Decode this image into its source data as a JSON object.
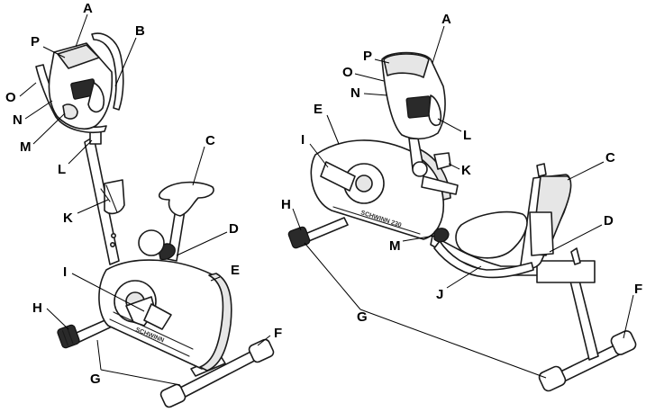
{
  "diagram": {
    "upright_labels": {
      "A": "A",
      "B": "B",
      "C": "C",
      "D": "D",
      "E": "E",
      "F": "F",
      "G": "G",
      "H": "H",
      "I": "I",
      "K": "K",
      "L": "L",
      "M": "M",
      "N": "N",
      "O": "O",
      "P": "P"
    },
    "recumbent_labels": {
      "A": "A",
      "C": "C",
      "D": "D",
      "E": "E",
      "F": "F",
      "G": "G",
      "H": "H",
      "I": "I",
      "J": "J",
      "K": "K",
      "L": "L",
      "M": "M",
      "N": "N",
      "O": "O",
      "P": "P"
    }
  }
}
